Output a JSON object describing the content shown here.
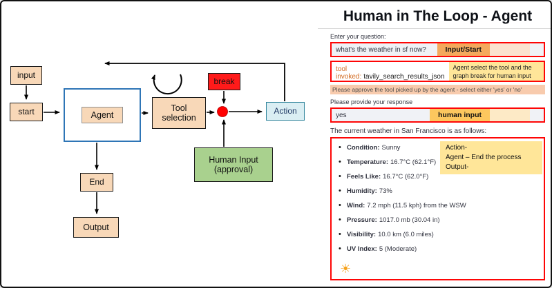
{
  "flowchart": {
    "nodes": {
      "input": "input",
      "start": "start",
      "agent": "Agent",
      "tool_selection": "Tool selection",
      "break": "break",
      "action": "Action",
      "human_input_line1": "Human Input",
      "human_input_line2": "(approval)",
      "end": "End",
      "output": "Output"
    }
  },
  "app": {
    "title": "Human in The Loop - Agent",
    "question_label": "Enter your question:",
    "question_value": "what's the weather in sf now?",
    "question_annotation": "Input/Start",
    "tool_invoked_label": "tool invoked:",
    "tool_invoked_value": "tavily_search_results_json",
    "tool_annotation_line1": "Agent select the tool and the",
    "tool_annotation_line2": "graph break for human input",
    "approve_prompt": "Please approve the tool picked up by the agent - select either 'yes' or 'no'",
    "response_label": "Please provide your response",
    "response_value": "yes",
    "response_annotation": "human input",
    "weather_intro": "The current weather in San Francisco is as follows:",
    "weather_items": [
      {
        "label": "Condition:",
        "value": "Sunny"
      },
      {
        "label": "Temperature:",
        "value": "16.7°C (62.1°F)"
      },
      {
        "label": "Feels Like:",
        "value": "16.7°C (62.0°F)"
      },
      {
        "label": "Humidity:",
        "value": "73%"
      },
      {
        "label": "Wind:",
        "value": "7.2 mph (11.5 kph) from the WSW"
      },
      {
        "label": "Pressure:",
        "value": "1017.0 mb (30.04 in)"
      },
      {
        "label": "Visibility:",
        "value": "10.0 km (6.0 miles)"
      },
      {
        "label": "UV Index:",
        "value": "5 (Moderate)"
      }
    ],
    "weather_annotation": [
      "Action-",
      "Agent – End the process",
      "Output-"
    ],
    "sun_icon": "☀"
  },
  "colors": {
    "annotation_red": "#fe0505",
    "highlight_yellow": "#ffe699",
    "highlight_orange": "#f4a95d",
    "highlight_gold": "#fcc75e",
    "highlight_peach": "#f8cbad",
    "node_peach": "#f8d8b8",
    "node_green": "#a9d18e",
    "node_red": "#ff1a1a",
    "action_fill": "#daeef3",
    "agent_border": "#2e75b6",
    "input_gray": "#f0f2f6"
  }
}
